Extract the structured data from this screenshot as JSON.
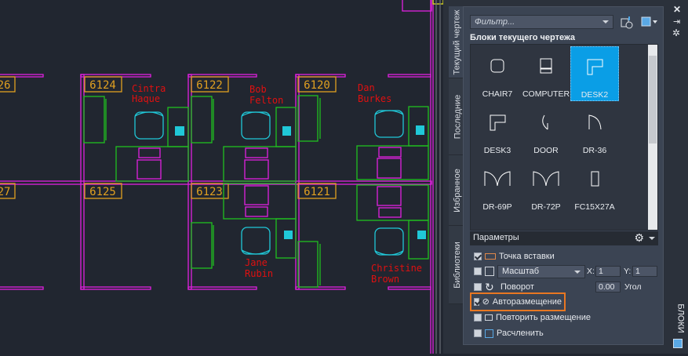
{
  "drawing": {
    "rooms": [
      "6124",
      "6122",
      "6120",
      "6125",
      "6123",
      "6121",
      "26",
      "27"
    ],
    "occupants": [
      {
        "first": "Cintra",
        "last": "Haque"
      },
      {
        "first": "Bob",
        "last": "Felton"
      },
      {
        "first": "Dan",
        "last": "Burkes"
      },
      {
        "first": "Jane",
        "last": "Rubin"
      },
      {
        "first": "Christine",
        "last": "Brown"
      }
    ],
    "colors": {
      "wall": "#e020e0",
      "label": "#e0a020",
      "furniture": "#20c020",
      "chair": "#20c8d8",
      "name": "#e01010"
    }
  },
  "palette": {
    "tabs": [
      "Текущий чертеж",
      "Последние",
      "Избранное",
      "Библиотеки"
    ],
    "filter_placeholder": "Фильтр...",
    "section_title": "Блоки текущего чертежа",
    "blocks": [
      "CHAIR7",
      "COMPUTER",
      "DESK2",
      "DESK3",
      "DOOR",
      "DR-36",
      "DR-69P",
      "DR-72P",
      "FC15X27A"
    ],
    "selected_block": "DESK2",
    "params": {
      "title": "Параметры",
      "insertion_point": {
        "label": "Точка вставки",
        "checked": true
      },
      "scale": {
        "checked": false,
        "mode": "Масштаб",
        "x_label": "X:",
        "x": "1",
        "y_label": "Y:",
        "y": "1"
      },
      "rotation": {
        "label": "Поворот",
        "checked": false,
        "angle": "0.00",
        "angle_label": "Угол"
      },
      "auto_placement": {
        "label": "Авторазмещение",
        "checked": true
      },
      "repeat_placement": {
        "label": "Повторить размещение",
        "checked": false
      },
      "explode": {
        "label": "Расчленить",
        "checked": false
      }
    },
    "side_title": "БЛОКИ",
    "accent": "#0a9ee6",
    "highlight": "#e87722"
  }
}
